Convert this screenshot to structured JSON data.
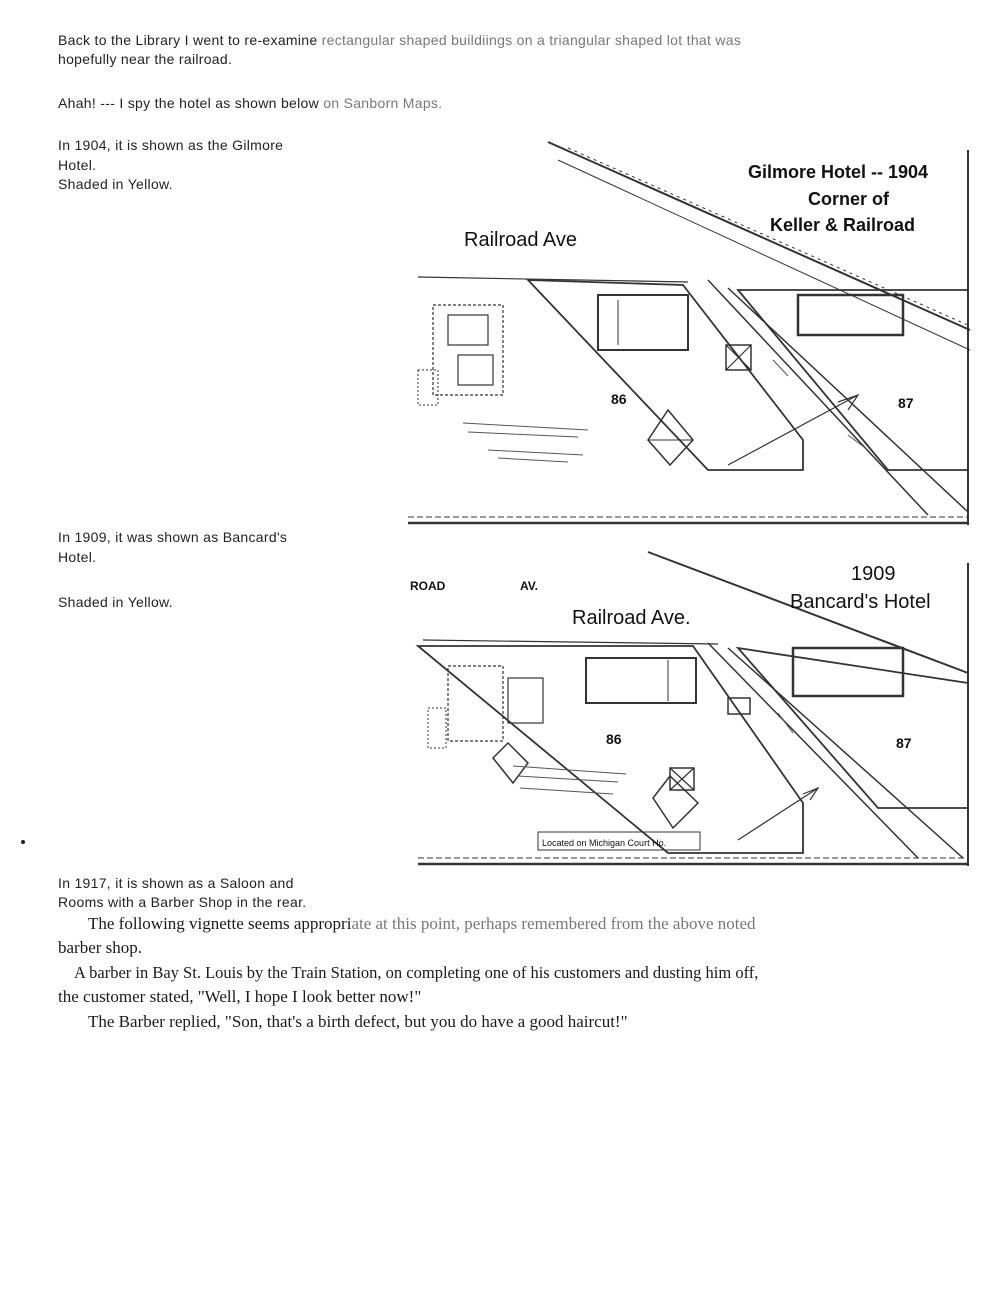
{
  "intro": {
    "line1_a": "Back to the Library I went to re-examine ",
    "line1_b": "rectangular shaped buildiings on a triangular shaped lot that was",
    "line2": "hopefully near the railroad.",
    "ahah_a": "Ahah! --- I spy the hotel as shown below ",
    "ahah_b": "on Sanborn Maps."
  },
  "section1904": {
    "line1": "In 1904, it is shown as the Gilmore",
    "line2": "Hotel.",
    "line3": "Shaded in Yellow."
  },
  "section1909": {
    "line1": "In 1909, it was shown as Bancard's",
    "line2": "Hotel.",
    "line3": "Shaded in Yellow."
  },
  "section1917": {
    "line1": "In 1917, it is shown as a Saloon and",
    "line2": "Rooms with a Barber Shop in the rear."
  },
  "map1904": {
    "title1": "Gilmore Hotel -- 1904",
    "title2": "Corner of",
    "title3": "Keller & Railroad",
    "street": "Railroad Ave",
    "block_a": "86",
    "block_b": "87"
  },
  "map1909": {
    "title1": "1909",
    "title2": "Bancard's Hotel",
    "street": "Railroad Ave.",
    "road_fragment": "ROAD",
    "av_fragment": "AV.",
    "block_a": "86",
    "block_b": "87",
    "located_note": "Located on Michigan Court Ho."
  },
  "story": {
    "p1_a": "The following vignette seems appropri",
    "p1_b": "ate at this point, perhaps remembered from the above noted",
    "p1_c": "barber shop.",
    "p2_a": "A barber in Bay St. Louis by the Train Station, on completing one of his customers and dusting him off,",
    "p2_b": "the customer stated, \"Well, I hope I look better now!\"",
    "p3": "The Barber replied, \"Son, that's a birth defect, but you do have a good haircut!\""
  }
}
